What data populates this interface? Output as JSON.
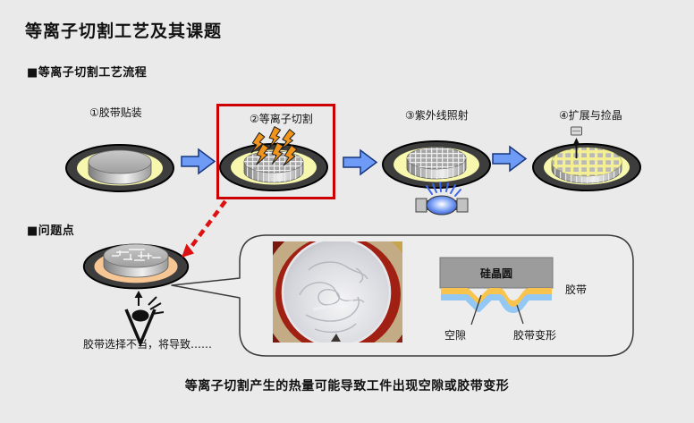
{
  "title": "等离子切割工艺及其课题",
  "sections": {
    "process_flow": "■等离子切割工艺流程",
    "problem_points": "■问题点"
  },
  "process_steps": [
    {
      "label": "①胶带贴装"
    },
    {
      "label": "②等离子切割",
      "highlighted": true
    },
    {
      "label": "③紫外线照射"
    },
    {
      "label": "④扩展与捡晶"
    }
  ],
  "problem": {
    "note": "胶带选择不当，将导致……",
    "callout_diagram": {
      "wafer_label": "硅晶圆",
      "tape_label": "胶带",
      "void_label": "空隙",
      "deform_label": "胶带变形"
    }
  },
  "caption": "等离子切割产生的热量可能导致工件出现空隙或胶带变形",
  "colors": {
    "background": "#eaeaea",
    "highlight_red": "#cc0000",
    "dashed_arrow_red": "#dd1111",
    "flow_arrow_blue": "#6d9bf6",
    "tape_yellow": "#f7f7ae",
    "tape_orange": "#f6c795",
    "bolt_orange": "#f0941c",
    "diagram_tape_top": "#f9c44d",
    "diagram_tape_base": "#93c7f4",
    "frame_ring_gray": "#3d3d3d"
  }
}
